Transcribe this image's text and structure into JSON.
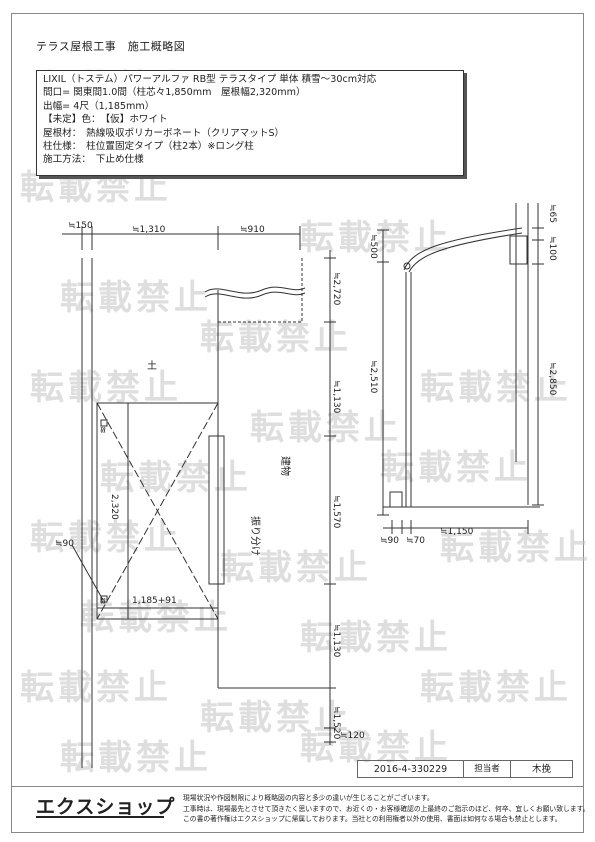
{
  "title": "テラス屋根工事　施工概略図",
  "spec": {
    "line1": "LIXIL（トステム）パワーアルファ RB型 テラスタイプ 単体 積雪～30cm対応",
    "line2": "間口= 関東間1.0間（柱芯々1,850mm　屋根幅2,320mm）",
    "line3": "出幅= 4尺（1,185mm）",
    "line4": "【未定】色：　【仮】ホワイト",
    "line5": "屋根材：　熱線吸収ポリカーボネート（クリアマットS）",
    "line6": "柱仕様：　柱位置固定タイプ（柱2本）※ロング柱",
    "line7": "施工方法：　下止め仕様"
  },
  "plan": {
    "dim_left_offset": "≒150",
    "dim_width_1": "≒1,310",
    "dim_width_2": "≒910",
    "dim_2720": "≒2,720",
    "dim_1130_a": "≒1,130",
    "dim_1570": "≒1,570",
    "dim_1130_b": "≒1,130",
    "dim_1520": "≒1,520",
    "dim_120": "≒120",
    "dim_90": "≒90",
    "dim_2320": "2,320",
    "dim_1185": "1,185+91",
    "label_soil": "土",
    "label_building": "建物",
    "label_furiwake": "振り分け",
    "marker": "≋"
  },
  "section": {
    "dim_500": "≒500",
    "dim_2510": "≒2,510",
    "dim_65": "≒65",
    "dim_100": "≒100",
    "dim_2850": "≒2,850",
    "dim_90": "≒90",
    "dim_70": "≒70",
    "dim_1150": "≒1,150"
  },
  "watermark_text": "転載禁止",
  "footer": {
    "code": "2016-4-330229",
    "role": "担当者",
    "name": "木挽",
    "logo": "エクスショップ",
    "notice1": "現場状況や作図制限により概略図の内容と多少の違いが生じることがございます。",
    "notice2": "工事時は、現場最先とさせて頂きたく思いますので、お近くの・お客様確認の上最終のご指示のほど、何卒、宜しくお願い致します。",
    "notice3": "この書の著作権はエクスショップに帰属しております。当社との利用権者以外の使用、書面は如何なる場合も禁止とします。"
  }
}
